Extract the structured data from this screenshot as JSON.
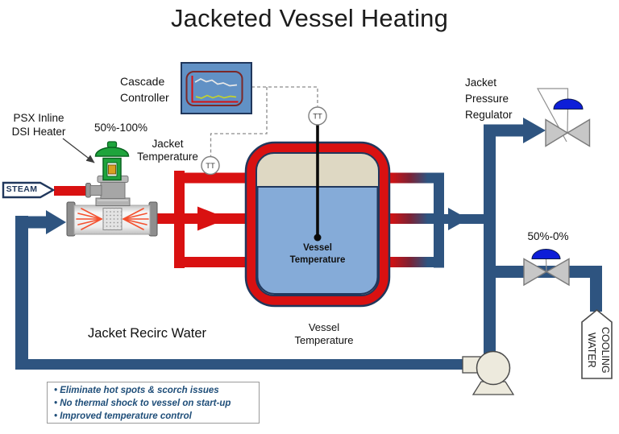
{
  "title": "Jacketed Vessel Heating",
  "controller": {
    "line1": "Cascade",
    "line2": "Controller"
  },
  "heater": {
    "line1": "PSX Inline",
    "line2": "DSI Heater",
    "range": "50%-100%"
  },
  "steam": {
    "label": "STEAM"
  },
  "jacket_temperature": {
    "line1": "Jacket",
    "line2": "Temperature",
    "transmitter": "TT"
  },
  "vessel": {
    "transmitter": "TT",
    "inside_label": {
      "line1": "Vessel",
      "line2": "Temperature"
    },
    "below_label": {
      "line1": "Vessel",
      "line2": "Temperature"
    }
  },
  "jacket_pressure_regulator": {
    "line1": "Jacket",
    "line2": "Pressure",
    "line3": "Regulator"
  },
  "cooling": {
    "range": "50%-0%",
    "line1": "COOLING",
    "line2": "WATER"
  },
  "recirc": {
    "label": "Jacket Recirc Water"
  },
  "notes": {
    "items": [
      "• Eliminate hot spots & scorch issues",
      "• No thermal shock to vessel on start-up",
      "• Improved temperature control"
    ]
  },
  "colors": {
    "pipe_red": "#d91111",
    "pipe_navy": "#2e5480",
    "outline_navy": "#20375c",
    "vessel_liquid": "#85abd8",
    "vessel_headspace": "#ded8c3",
    "controller_blue": "#6191c5",
    "controller_frame_maroon": "#7c2828",
    "chart_line_white": "#e8e8e8",
    "chart_line_yellow": "#c2d22f",
    "valve_green": "#1ea43c",
    "valve_green_dark": "#0a6420",
    "actuator_blue": "#0d1ed8",
    "valve_gray": "#c7c7c7",
    "pump_cream": "#edeadd",
    "spray_orange": "#f4502e",
    "note_navy": "#1f4e79",
    "dash_gray": "#8c8c8c"
  }
}
